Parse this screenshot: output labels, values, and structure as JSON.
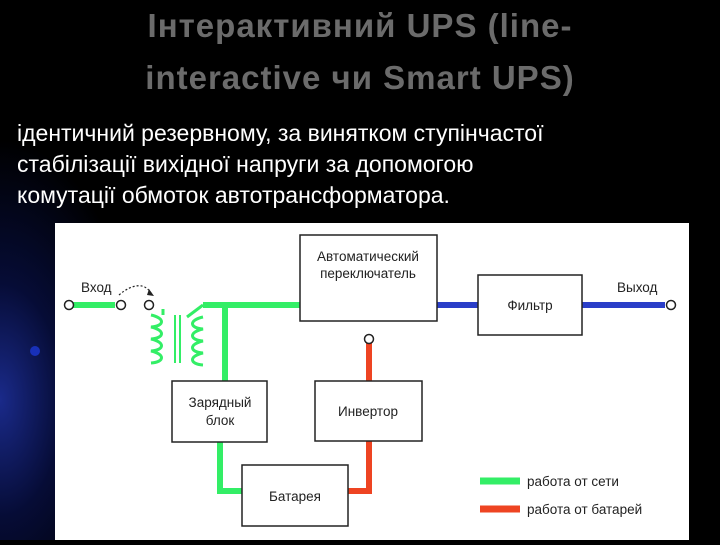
{
  "title": {
    "line1": "Інтерактивний UPS (line-",
    "line2": "interactive чи Smart UPS)"
  },
  "subtitle": {
    "line1": "ідентичний резервному, за винятком ступінчастої",
    "line2": "стабілізації вихідної напруги за допомогою",
    "line3": "комутації обмоток автотрансформатора."
  },
  "diagram": {
    "input_label": "Вход",
    "output_label": "Выход",
    "switch_label_1": "Автоматический",
    "switch_label_2": "переключатель",
    "filter_label": "Фильтр",
    "charger_label_1": "Зарядный",
    "charger_label_2": "блок",
    "inverter_label": "Инвертор",
    "battery_label": "Батарея",
    "legend": [
      {
        "label": "работа от сети",
        "color": "#33ee66"
      },
      {
        "label": "работа от батарей",
        "color": "#ee4422"
      }
    ],
    "colors": {
      "mains": "#33ee66",
      "battery": "#ee4422",
      "output": "#2a3ec8"
    }
  }
}
